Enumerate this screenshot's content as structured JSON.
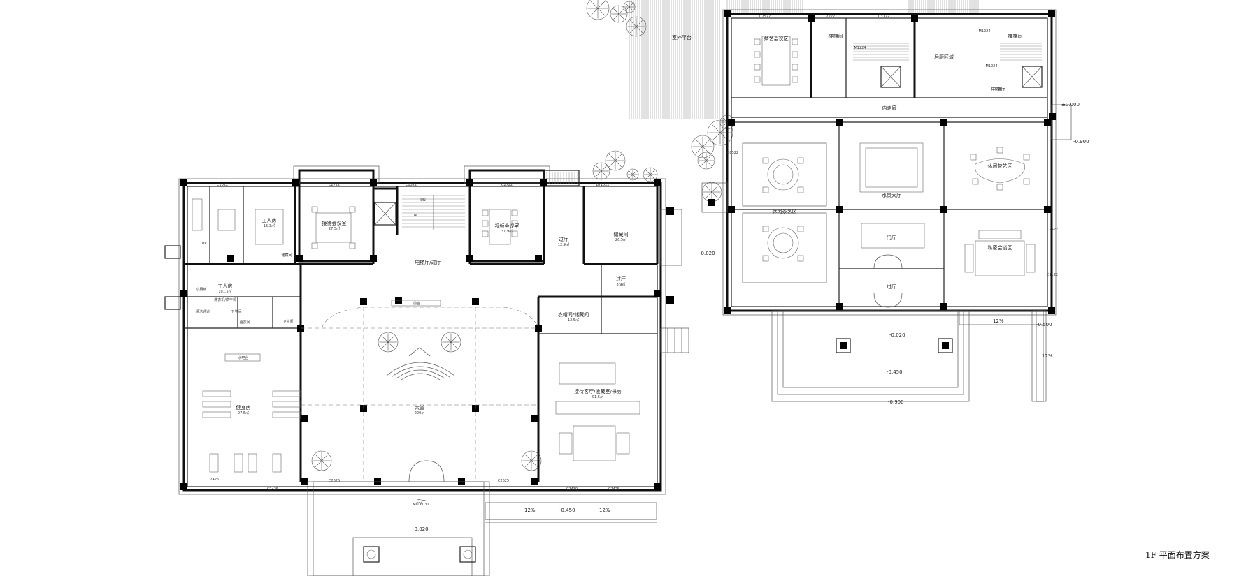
{
  "title": "1F  平面布置方案",
  "rooms": {
    "worker_room_1": {
      "name": "工人房",
      "area": "15.3㎡"
    },
    "reception_meeting": {
      "name": "接待会议室",
      "area": "27.5㎡"
    },
    "video_meeting": {
      "name": "视频会议室",
      "area": "31.9㎡"
    },
    "storage": {
      "name": "储藏间",
      "area": "26.5㎡"
    },
    "corridor_a": {
      "name": "过厅",
      "area": "12.9㎡"
    },
    "elevator_hall": {
      "name": "电梯厅/过厅"
    },
    "worker_room_2": {
      "name": "工人房",
      "area": "101.5㎡"
    },
    "corridor_b": {
      "name": "过厅",
      "area": "8.9㎡"
    },
    "cloak_storage": {
      "name": "衣帽间/储藏间",
      "area": "12.5㎡"
    },
    "reception_parlor": {
      "name": "接待客厅/收藏室/书房",
      "area": "91.5㎡"
    },
    "gym": {
      "name": "健身房",
      "area": "97.5㎡"
    },
    "lobby": {
      "name": "大堂",
      "area": "220㎡"
    },
    "entrance_hall": {
      "name": "过厅"
    },
    "outdoor_platform": {
      "name": "室外平台"
    },
    "tea_art_room": {
      "name": "茶艺会议区"
    },
    "stair_1": {
      "name": "楼梯间"
    },
    "stair_2": {
      "name": "楼梯间"
    },
    "back_kitchen": {
      "name": "后厨区域"
    },
    "elevator_hall_2": {
      "name": "电梯厅"
    },
    "inner_corridor": {
      "name": "内走廊"
    },
    "tea_lounge_left": {
      "name": "休闲茶艺区"
    },
    "water_hall": {
      "name": "水景大厅"
    },
    "tea_lounge_right": {
      "name": "休闲茶艺区"
    },
    "gate_hall": {
      "name": "门厅"
    },
    "private_meeting": {
      "name": "私密会谈区"
    },
    "entrance_hall_2": {
      "name": "过厅"
    },
    "bar": {
      "name": "水吧台"
    },
    "storage_small": {
      "name": "储藏间"
    },
    "toilet_1": {
      "name": "卫生间"
    },
    "toilet_2": {
      "name": "卫生间"
    },
    "changing": {
      "name": "更衣间"
    },
    "laundry": {
      "name": "洗衣机/烘干机"
    },
    "pantry": {
      "name": "小厨房"
    },
    "cleaning": {
      "name": "清洁通道"
    },
    "counter": {
      "name": "前台"
    }
  },
  "tags": {
    "c1822": "C1822",
    "c2722_a": "C2722",
    "c2722_b": "C2722",
    "c0522": "C0522",
    "b1822": "BY1822",
    "c2425_a": "C2425",
    "c2425_b": "C2425",
    "c2625_a": "C2625",
    "c2625_b": "C2625",
    "c2430": "C2430",
    "c2425_c": "C2425",
    "mlc": "MLC6031",
    "m1224_a": "M1224",
    "m1224_b": "M1224",
    "m1224_c": "M1224",
    "c7522": "C7522",
    "c2222": "C2222",
    "c3722": "C3722",
    "c0522_b": "C0522",
    "c2522": "C2522",
    "c1122": "C1122",
    "stair_up": "UP",
    "stair_dn": "DN",
    "up_2": "UP"
  },
  "levels": {
    "l1": "-0.020",
    "l2": "-0.450",
    "l3": "-0.020",
    "l4": "±0.000",
    "l5": "-0.900",
    "l6": "-0.500",
    "l7": "-0.020",
    "l8": "-0.450",
    "l9": "-0.900"
  },
  "slopes": {
    "s1": "12%",
    "s2": "12%",
    "s3": "12%",
    "s4": "12%"
  }
}
